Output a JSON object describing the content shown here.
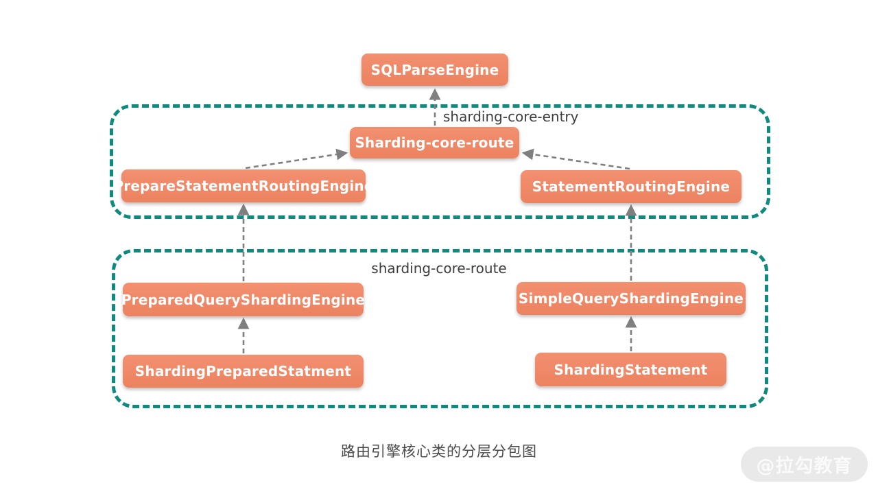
{
  "diagram": {
    "nodes": {
      "sql_parse_engine": "SQLParseEngine",
      "sharding_core_route": "Sharding-core-route",
      "prepare_statement_routing_engine": "PrepareStatementRoutingEngine",
      "statement_routing_engine": "StatementRoutingEngine",
      "prepared_query_sharding_engine": "PreparedQueryShardingEngine",
      "simple_query_sharding_engine": "SimpleQueryShardingEngine",
      "sharding_prepared_statment": "ShardingPreparedStatment",
      "sharding_statement": "ShardingStatement"
    },
    "groups": {
      "entry": {
        "label": "sharding-core-entry"
      },
      "route": {
        "label": "sharding-core-route"
      }
    },
    "edges": [
      {
        "from": "Sharding-core-route",
        "to": "SQLParseEngine",
        "style": "dashed-arrow"
      },
      {
        "from": "PrepareStatementRoutingEngine",
        "to": "Sharding-core-route",
        "style": "dashed-arrow"
      },
      {
        "from": "StatementRoutingEngine",
        "to": "Sharding-core-route",
        "style": "dashed-arrow"
      },
      {
        "from": "PreparedQueryShardingEngine",
        "to": "PrepareStatementRoutingEngine",
        "style": "dashed-arrow"
      },
      {
        "from": "SimpleQueryShardingEngine",
        "to": "StatementRoutingEngine",
        "style": "dashed-arrow"
      },
      {
        "from": "ShardingPreparedStatment",
        "to": "PreparedQueryShardingEngine",
        "style": "dashed-arrow"
      },
      {
        "from": "ShardingStatement",
        "to": "SimpleQueryShardingEngine",
        "style": "dashed-arrow"
      }
    ],
    "caption": "路由引擎核心类的分层分包图",
    "watermark": "@拉勾教育",
    "colors": {
      "node_fill": "#EF8767",
      "node_text": "#FFFFFF",
      "group_border": "#0E8A7E",
      "group_label_text": "#3D3D3D",
      "arrow": "#7F7F7F",
      "caption_text": "#4A4A4A",
      "watermark_bg": "#E9E9E9",
      "watermark_text": "#FAFAFA"
    }
  }
}
